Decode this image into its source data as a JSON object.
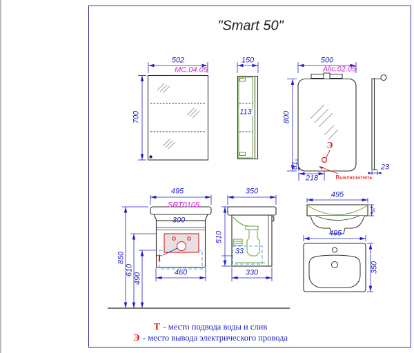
{
  "title": "\"Smart 50\"",
  "colors": {
    "dimension_blue": "#2121c8",
    "code_magenta": "#cc2ccc",
    "marker_red": "#e21414",
    "hardware_green": "#5ca42e",
    "zone_cyan": "#58aee0",
    "outline": "#2f2f2f"
  },
  "mirror_cabinet": {
    "code": "MC.04.05",
    "width": "502",
    "height": "700",
    "depth": "150",
    "shelf_spacing": "113"
  },
  "mirror": {
    "code": "Alic.02.05",
    "width": "500",
    "height": "800",
    "switch_height": "81",
    "switch_offset": "218",
    "depth": "23",
    "electric_marker": "Э",
    "switch_label": "Выключатель"
  },
  "vanity": {
    "code": "SRT0105",
    "width": "495",
    "fixing_width": "300",
    "total_height": "850",
    "supply_height": "610",
    "drain_height": "490",
    "body_width": "460",
    "water_marker": "Т",
    "side_depth": "350",
    "side_height": "510",
    "inner_offset": "33",
    "body_depth": "330"
  },
  "washbasin": {
    "front_width": "495",
    "rim_height": "60",
    "top_width": "495",
    "top_depth": "350"
  },
  "legend": {
    "water": {
      "marker": "Т",
      "text": "- место подвода воды и слив"
    },
    "electric": {
      "marker": "Э",
      "text": "- место вывода электрического провода"
    }
  }
}
